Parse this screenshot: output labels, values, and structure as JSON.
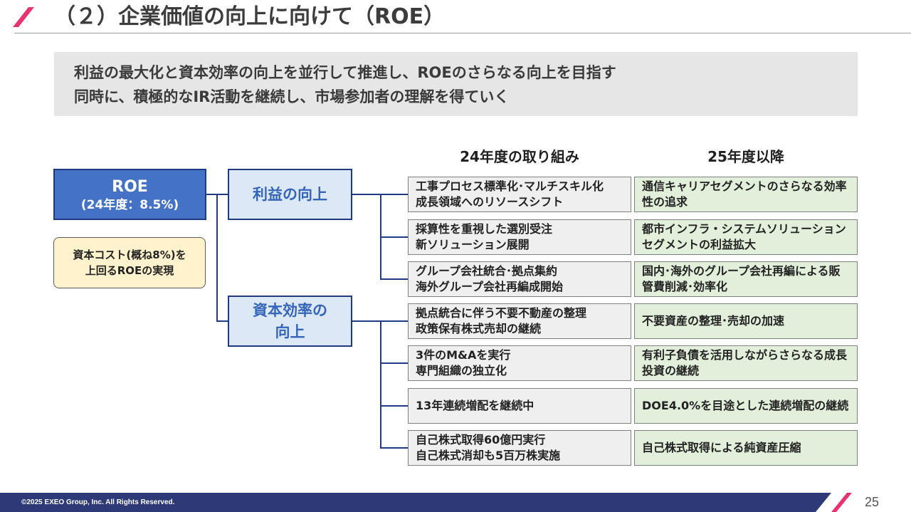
{
  "title": "（２）企業価値の向上に向けて（ROE）",
  "summary": {
    "line1": "利益の最大化と資本効率の向上を並行して推進し、ROEのさらなる向上を目指す",
    "line2": "同時に、積極的なIR活動を継続し、市場参加者の理解を得ていく"
  },
  "columns": {
    "current": "24年度の取り組み",
    "future": "25年度以降"
  },
  "roe": {
    "title": "ROE",
    "sub": "(24年度：8.5%)"
  },
  "cost": {
    "line1": "資本コスト(概ね8%)を",
    "line2": "上回るROEの実現"
  },
  "categories": {
    "profit": "利益の向上",
    "capital_line1": "資本効率の",
    "capital_line2": "向上"
  },
  "rows": [
    {
      "current": [
        "工事プロセス標準化･マルチスキル化",
        "成長領域へのリソースシフト"
      ],
      "future": "通信キャリアセグメントのさらなる効率性の追求"
    },
    {
      "current": [
        "採算性を重視した選別受注",
        "新ソリューション展開"
      ],
      "future": "都市インフラ・システムソリューションセグメントの利益拡大"
    },
    {
      "current": [
        "グループ会社統合･拠点集約",
        "海外グループ会社再編成開始"
      ],
      "future": "国内･海外のグループ会社再編による販管費削減･効率化"
    },
    {
      "current": [
        "拠点統合に伴う不要不動産の整理",
        "政策保有株式売却の継続"
      ],
      "future": "不要資産の整理･売却の加速"
    },
    {
      "current": [
        "3件のM&Aを実行",
        "専門組織の独立化"
      ],
      "future": "有利子負債を活用しながらさらなる成長投資の継続"
    },
    {
      "current": [
        "13年連続増配を継続中"
      ],
      "future": "DOE4.0%を目途とした連続増配の継続"
    },
    {
      "current": [
        "自己株式取得60億円実行",
        "自己株式消却も5百万株実施"
      ],
      "future": "自己株式取得による純資産圧縮"
    }
  ],
  "footer": {
    "copyright": "©2025 EXEO Group, Inc. All Rights Reserved.",
    "page": "25"
  },
  "colors": {
    "accent": "#e8336e",
    "navy": "#2e3a78",
    "roe_fill": "#4472c4",
    "category_fill": "#dde8f7",
    "current_fill": "#efefef",
    "future_fill": "#e2efda",
    "cost_fill": "#fff2cc"
  }
}
